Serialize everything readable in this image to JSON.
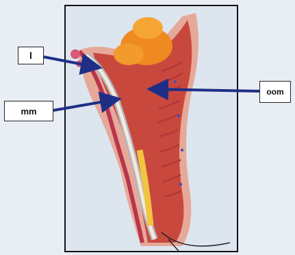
{
  "labels": {
    "l": "l",
    "mm": "mm",
    "oom": "oom"
  },
  "colors": {
    "arrow": "#1f2f86",
    "frame_border": "#111111",
    "muscle": "#c9483e",
    "fat": "#f08a1c",
    "background": "#e9edf4"
  }
}
